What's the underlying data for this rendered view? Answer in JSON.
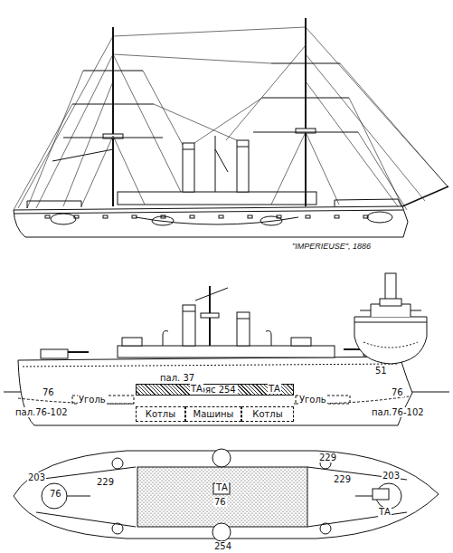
{
  "diagram": {
    "caption": "\"IMPERIEUSE\", 1886",
    "nodes": [
      {
        "text": [
          "пояс 254"
        ]
      },
      {
        "text": [
          "Котлы"
        ]
      },
      {
        "text": [
          "Машины"
        ]
      },
      {
        "text": [
          "Котлы"
        ]
      }
    ],
    "labels": [
      "51",
      "пал. 37",
      "ТА",
      "ТА",
      "76",
      "76",
      "Уголь",
      "Уголь",
      "пал.76-102",
      "пал.76-102",
      "203",
      "76",
      "229",
      "ТА",
      "76",
      "229",
      "229",
      "203",
      "ТА",
      "254"
    ]
  }
}
